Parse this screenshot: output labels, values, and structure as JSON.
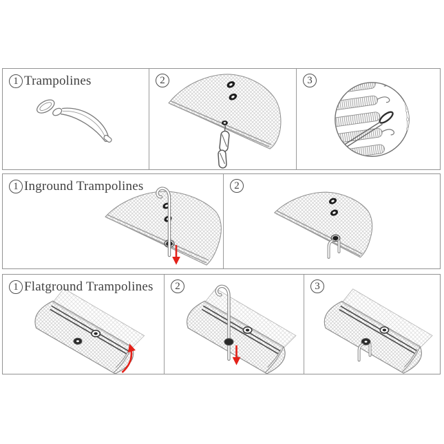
{
  "colors": {
    "background": "#ffffff",
    "panel_border": "#929292",
    "line_art": "#7a7a7a",
    "mesh_line": "#c7c7c7",
    "text": "#414141",
    "accent_red": "#e32119"
  },
  "sections": [
    {
      "title": "Trampolines",
      "steps": [
        {
          "num": "1"
        },
        {
          "num": "2"
        },
        {
          "num": "3"
        }
      ]
    },
    {
      "title": "Inground Trampolines",
      "steps": [
        {
          "num": "1"
        },
        {
          "num": "2"
        }
      ]
    },
    {
      "title": "Flatground Trampolines",
      "steps": [
        {
          "num": "1"
        },
        {
          "num": "2"
        },
        {
          "num": "3"
        }
      ]
    }
  ]
}
